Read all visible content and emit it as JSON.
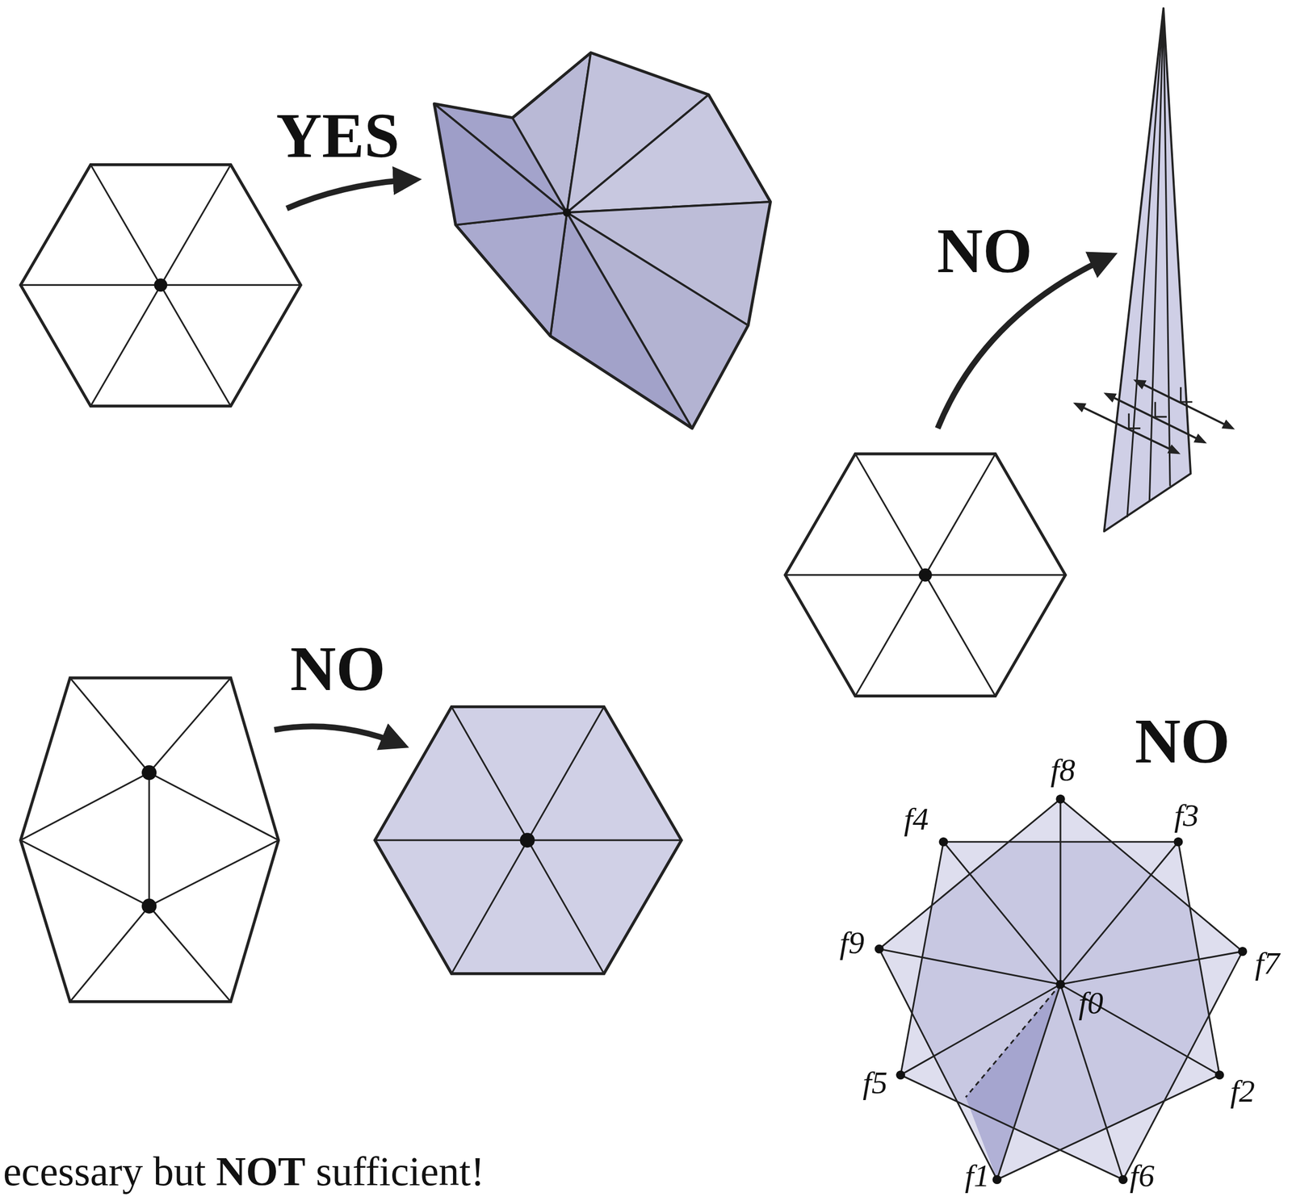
{
  "diagram": {
    "labels": [
      "YES",
      "NO",
      "NO",
      "NO",
      "f8",
      "f4",
      "f3",
      "f9",
      "f7",
      "f0",
      "f5",
      "f2",
      "f1",
      "f6",
      "ecessary but",
      "NOT",
      "sufficient!"
    ]
  }
}
